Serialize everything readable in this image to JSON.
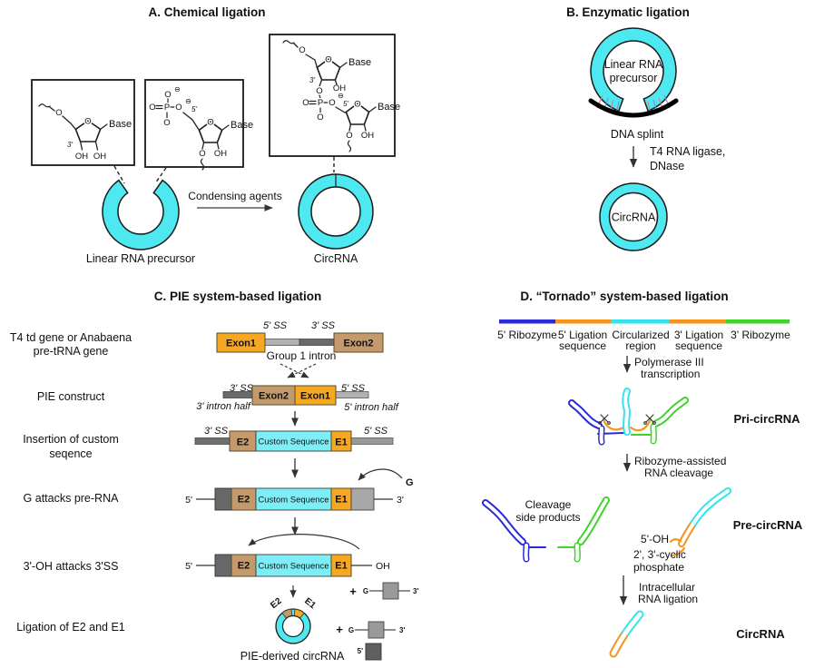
{
  "colors": {
    "cyan": "#4de8f0",
    "cyan_light": "#7deef5",
    "orange": "#f7a823",
    "tan": "#c49a6c",
    "orange_link": "#f7941e",
    "blue": "#2a2ad9",
    "green": "#3fd42a",
    "gray_dark": "#686868",
    "gray_light": "#a8a8a8"
  },
  "atoms": {
    "o": "O",
    "p": "P",
    "base": "Base",
    "oh": "OH",
    "p3": "3'",
    "p5": "5'",
    "minus": "⊖"
  },
  "panelA": {
    "title": "A. Chemical ligation",
    "condensing": "Condensing agents",
    "linear_rna": "Linear RNA precursor",
    "circrna": "CircRNA"
  },
  "panelB": {
    "title": "B. Enzymatic ligation",
    "linear_l1": "Linear RNA",
    "linear_l2": "precursor",
    "splint": "DNA splint",
    "enzyme_l1": "T4 RNA ligase,",
    "enzyme_l2": "DNase",
    "circrna": "CircRNA"
  },
  "panelC": {
    "title": "C. PIE system-based ligation",
    "row1_l1": "T4 td gene or Anabaena",
    "row1_l2": "pre-tRNA gene",
    "row2": "PIE construct",
    "row3_l1": "Insertion of custom",
    "row3_l2": "seqence",
    "row4": "G attacks pre-RNA",
    "row5": "3'-OH attacks 3'SS",
    "row6": "Ligation of E2 and E1",
    "exon1": "Exon1",
    "exon2": "Exon2",
    "ss5": "5' SS",
    "ss3": "3' SS",
    "group_intron": "Group 1 intron",
    "half3": "3' intron half",
    "half5": "5' intron half",
    "e1": "E1",
    "e2": "E2",
    "custom_seq": "Custom Sequence",
    "p5": "5'",
    "p3": "3'",
    "oh": "OH",
    "g": "G",
    "plus": "+",
    "pie_circ": "PIE-derived circRNA"
  },
  "panelD": {
    "title": "D. “Tornado” system-based ligation",
    "seg1": "5' Ribozyme",
    "seg2_l1": "5' Ligation",
    "seg2_l2": "sequence",
    "seg3_l1": "Circularized",
    "seg3_l2": "region",
    "seg4_l1": "3' Ligation",
    "seg4_l2": "sequence",
    "seg5": "3' Ribozyme",
    "step1_l1": "Polymerase III",
    "step1_l2": "transcription",
    "pri": "Pri-circRNA",
    "step2_l1": "Ribozyme-assisted",
    "step2_l2": "RNA cleavage",
    "clv_l1": "Cleavage",
    "clv_l2": "side products",
    "pre": "Pre-circRNA",
    "oh5": "5'-OH",
    "cyc_l1": "2', 3'-cyclic",
    "cyc_l2": "phosphate",
    "step3_l1": "Intracellular",
    "step3_l2": "RNA ligation",
    "circ": "CircRNA"
  }
}
